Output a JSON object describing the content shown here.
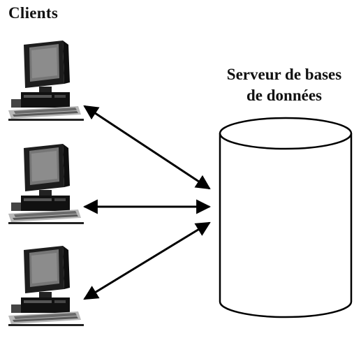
{
  "clients": {
    "title": "Clients",
    "items": [
      {
        "id": "client-1"
      },
      {
        "id": "client-2"
      },
      {
        "id": "client-3"
      }
    ]
  },
  "server": {
    "title_line1": "Serveur de bases",
    "title_line2": "de données",
    "icon": "database-cylinder-icon"
  },
  "connections": [
    {
      "from": "client-1",
      "to": "server",
      "bidirectional": true
    },
    {
      "from": "client-2",
      "to": "server",
      "bidirectional": true
    },
    {
      "from": "client-3",
      "to": "server",
      "bidirectional": true
    }
  ],
  "colors": {
    "background": "#ffffff",
    "ink": "#000000",
    "monitor_body": "#2b2b2b",
    "screen": "#6e6e6e"
  }
}
